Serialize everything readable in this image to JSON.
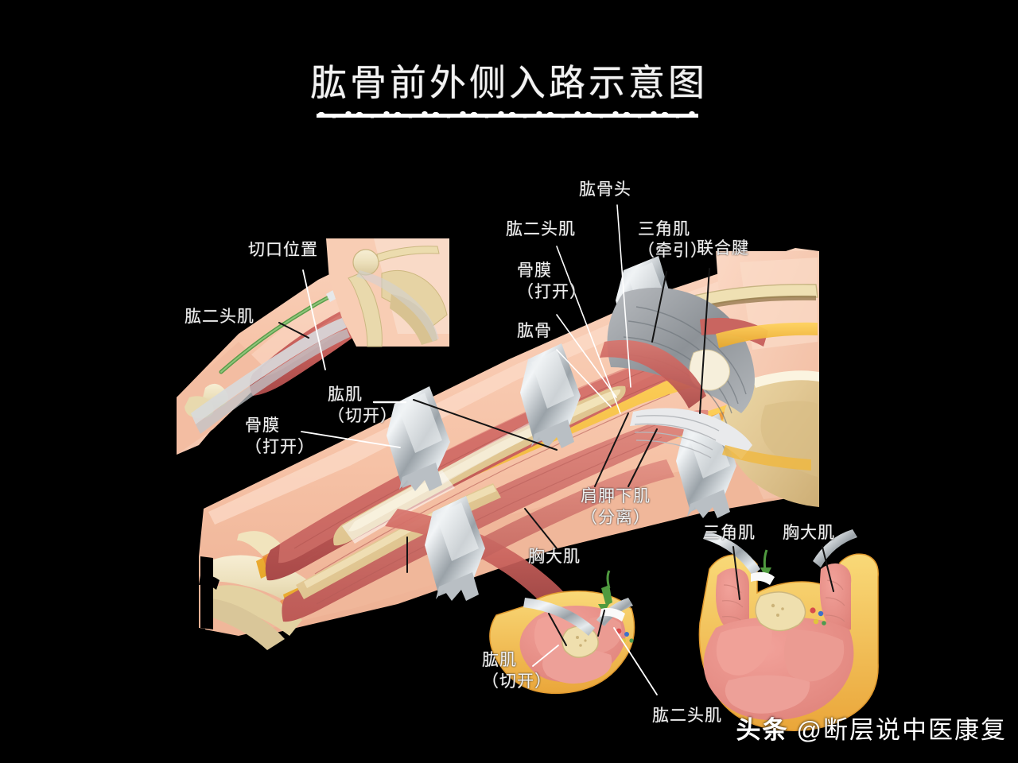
{
  "page": {
    "background_color": "#000000",
    "text_color": "#f0f0f0"
  },
  "title": {
    "text": "肱骨前外侧入路示意图",
    "underline_style": "brush-stroke"
  },
  "labels": {
    "incision_site": "切口位置",
    "biceps_upper_left": "肱二头肌",
    "humeral_head": "肱骨头",
    "biceps_mid": "肱二头肌",
    "deltoid_retracted": "三角肌\n（牵引）",
    "conjoint_tendon": "联合腱",
    "periosteum_opened_top": "骨膜\n（打开）",
    "humerus": "肱骨",
    "brachialis_incised_mid": "肱肌\n（切开）",
    "periosteum_opened_left": "骨膜\n（打开）",
    "subscapularis_separated": "肩胛下肌\n（分离）",
    "pectoralis_major_main": "胸大肌",
    "deltoid_xsec": "三角肌",
    "pectoralis_major_xsec": "胸大肌",
    "brachialis_incised_xsec": "肱肌\n（切开）",
    "biceps_xsec": "肱二头肌"
  },
  "watermark": {
    "brand": "头条",
    "handle": "@断层说中医康复"
  },
  "figure": {
    "type": "surgical-anatomy-illustration",
    "subject": "Anterolateral approach to the humerus",
    "panels": [
      {
        "name": "upper-left-inset",
        "description": "arm with green incision line and shoulder joint bones"
      },
      {
        "name": "main-exposure",
        "description": "arm with deep surgical exposure, retractors, humerus shaft"
      },
      {
        "name": "cross-section-left",
        "description": "mid-humerus axial cross-section"
      },
      {
        "name": "cross-section-right",
        "description": "proximal humerus axial cross-section"
      }
    ],
    "palette": {
      "skin": "#f6c5ab",
      "fat": "#f0b83f",
      "muscle": "#c9635f",
      "bone": "#ece0bf",
      "metal": "#cfd4d8",
      "incision": "#5a9c4a"
    }
  }
}
